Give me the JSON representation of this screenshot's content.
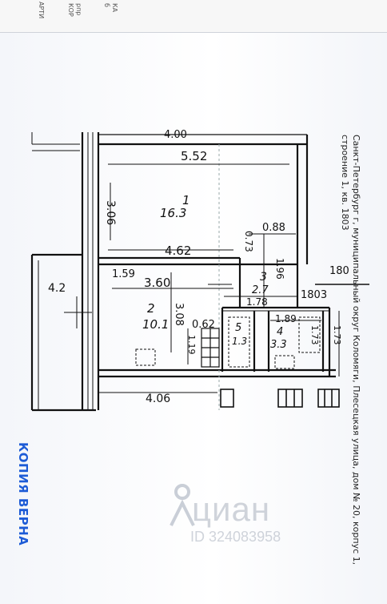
{
  "header": {
    "prev_sheet_lines": [
      "АРТИ",
      "рпр",
      "КОР",
      "КА",
      "б"
    ]
  },
  "address": {
    "line1": "Санкт-Петербург г, муниципальный округ Коломяги, Плесецкая улица, дом № 20, корпус 1,",
    "line2": "строение 1, кв. 1803"
  },
  "plan": {
    "top_dims": [
      "4.00",
      "5.52",
      "3.06"
    ],
    "room1": {
      "number": "1",
      "area": "16.3"
    },
    "room2": {
      "number": "2",
      "area": "10.1"
    },
    "room3": {
      "number": "3",
      "area": "2.7"
    },
    "room4": {
      "number": "4",
      "area": "3.3"
    },
    "room5": {
      "number": "5",
      "area": "1.3"
    },
    "dims": {
      "d_462": "4.62",
      "d_088": "0.88",
      "d_073": "0.73",
      "d_196": "1.96",
      "d_159": "1.59",
      "d_360": "3.60",
      "d_178": "1.78",
      "d_308": "3.08",
      "d_062": "0.62",
      "d_119": "1.19",
      "d_189": "1.89",
      "d_173a": "1.73",
      "d_173b": "1.73",
      "d_42": "4.2",
      "d_406": "4.06"
    },
    "apt_label": "1803",
    "apt_label_partial": "180"
  },
  "stamp": {
    "text": "КОПИЯ ВЕРНА",
    "color": "#1d5bd6"
  },
  "watermark": {
    "brand": "циан",
    "id": "ID 324083958"
  }
}
